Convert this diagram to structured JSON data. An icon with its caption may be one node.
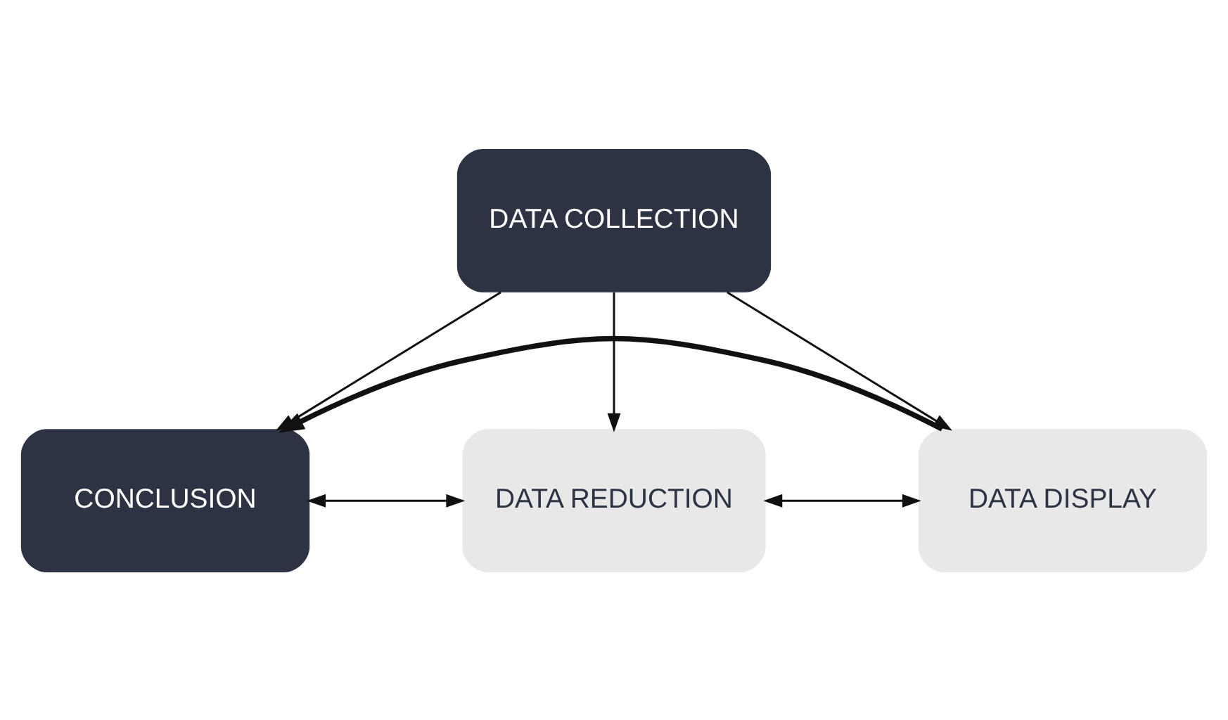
{
  "diagram": {
    "nodes": [
      {
        "text": [
          "DATA COLLECTION"
        ]
      },
      {
        "text": [
          "CONCLUSION"
        ]
      },
      {
        "text": [
          "DATA REDUCTION"
        ]
      },
      {
        "text": [
          "DATA DISPLAY"
        ]
      }
    ],
    "edges": [
      {
        "from": 0,
        "to": 1,
        "arrow": "to"
      },
      {
        "from": 0,
        "to": 2,
        "arrow": "to"
      },
      {
        "from": 0,
        "to": 3,
        "arrow": "to"
      },
      {
        "from": 1,
        "to": 2,
        "arrow": "both"
      },
      {
        "from": 2,
        "to": 3,
        "arrow": "both"
      },
      {
        "from": 3,
        "to": 1,
        "arrow": "to",
        "style": "thick"
      }
    ]
  }
}
